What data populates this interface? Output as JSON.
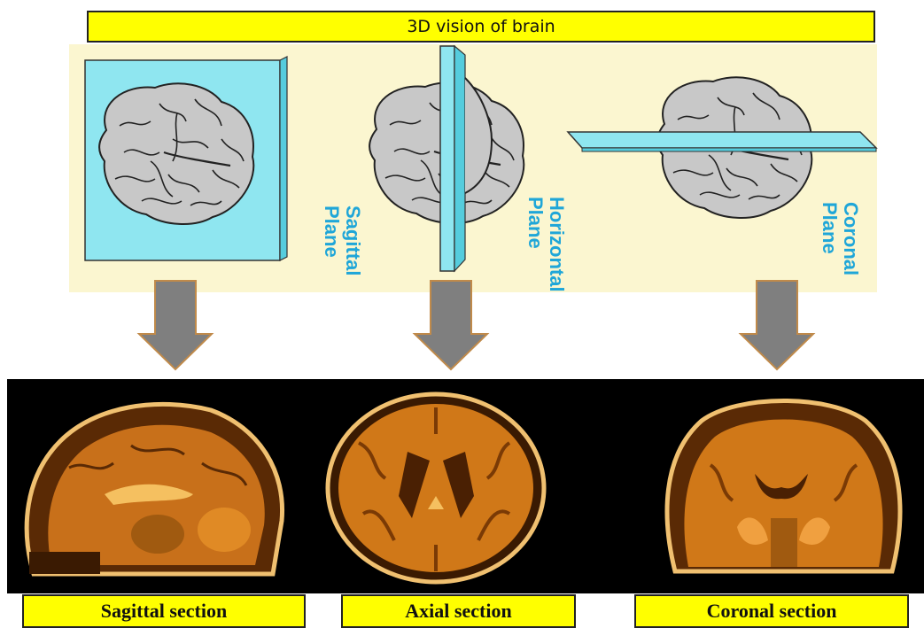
{
  "title": "3D vision of brain",
  "planes": [
    {
      "line1": "Sagittal",
      "line2": "Plane"
    },
    {
      "line1": "Horizontal",
      "line2": "Plane"
    },
    {
      "line1": "Coronal",
      "line2": "Plane"
    }
  ],
  "sections": [
    {
      "label": "Sagittal section"
    },
    {
      "label": "Axial section"
    },
    {
      "label": "Coronal section"
    }
  ],
  "colors": {
    "title_bg": "#ffff00",
    "panel_bg": "#fbf6d0",
    "plane": "#8fe6f0",
    "plane_label": "#1fa6d8",
    "brain": "#c8c8c8",
    "arrow": "#7f7f7f",
    "mri_background": "#000000",
    "mri_tissue": "#d98a1e"
  },
  "icons": [
    "brain-icon",
    "cutting-plane-icon",
    "down-arrow-icon",
    "mri-scan-image"
  ]
}
